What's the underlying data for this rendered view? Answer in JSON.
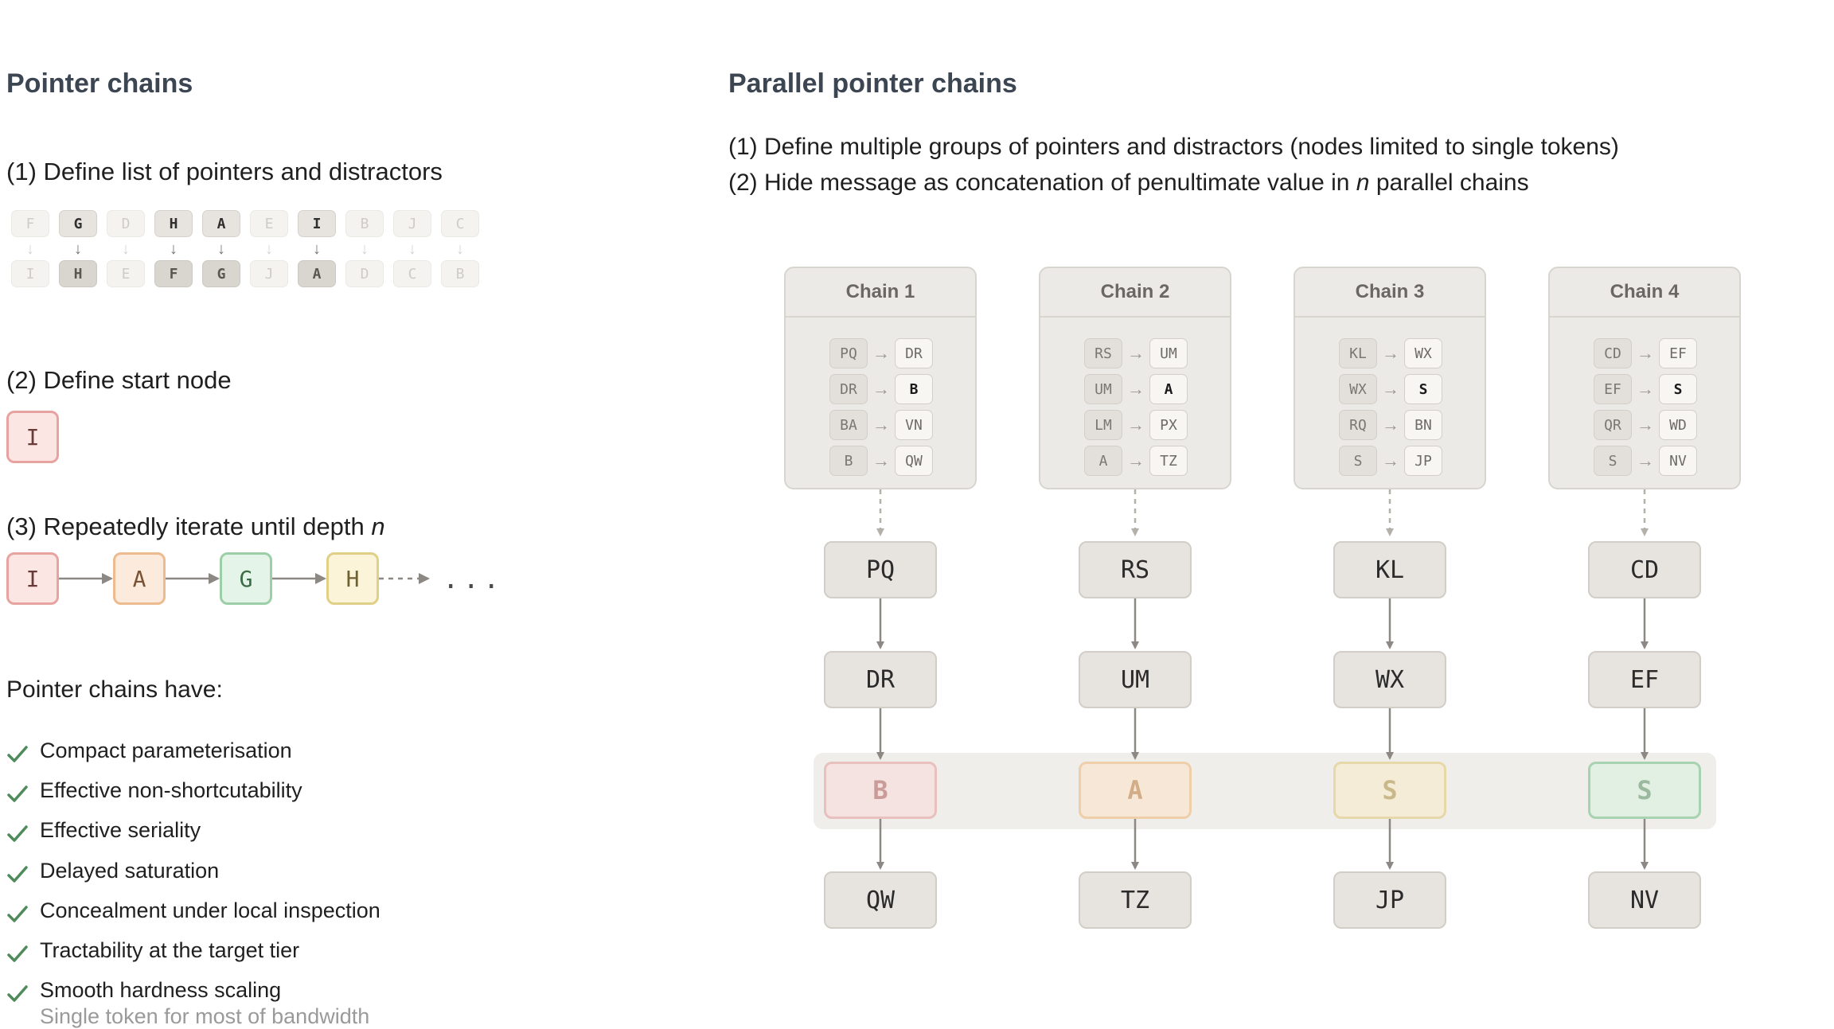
{
  "left": {
    "title": "Pointer chains",
    "step1": "(1) Define list of pointers and distractors",
    "pointers": [
      {
        "from": "F",
        "to": "I",
        "active": false
      },
      {
        "from": "G",
        "to": "H",
        "active": true
      },
      {
        "from": "D",
        "to": "E",
        "active": false
      },
      {
        "from": "H",
        "to": "F",
        "active": true
      },
      {
        "from": "A",
        "to": "G",
        "active": true
      },
      {
        "from": "E",
        "to": "J",
        "active": false
      },
      {
        "from": "I",
        "to": "A",
        "active": true
      },
      {
        "from": "B",
        "to": "D",
        "active": false
      },
      {
        "from": "J",
        "to": "C",
        "active": false
      },
      {
        "from": "C",
        "to": "B",
        "active": false
      }
    ],
    "step2": "(2) Define start node",
    "start_node": "I",
    "step3_prefix": "(3) Repeatedly iterate until depth ",
    "step3_var": "n",
    "chain": [
      {
        "label": "I",
        "color": "red"
      },
      {
        "label": "A",
        "color": "orange"
      },
      {
        "label": "G",
        "color": "green"
      },
      {
        "label": "H",
        "color": "yellow"
      }
    ],
    "ellipsis": "...",
    "have_title": "Pointer chains have:",
    "properties": [
      "Compact parameterisation",
      "Effective non-shortcutability",
      "Effective seriality",
      "Delayed saturation",
      "Concealment under local inspection",
      "Tractability at the target tier",
      "Smooth hardness scaling"
    ],
    "cut_item": "Single token for most of bandwidth"
  },
  "right": {
    "title": "Parallel pointer chains",
    "step1": "(1) Define multiple groups of pointers and distractors (nodes limited to single tokens)",
    "step2_prefix": "(2) Hide message as concatenation of penultimate value in ",
    "step2_var": "n",
    "step2_suffix": " parallel chains",
    "chains": [
      {
        "header": "Chain 1",
        "pairs": [
          [
            "PQ",
            "DR"
          ],
          [
            "DR",
            "B"
          ],
          [
            "BA",
            "VN"
          ],
          [
            "B",
            "QW"
          ]
        ],
        "bold_to": 1,
        "nodes": [
          "PQ",
          "DR",
          "B",
          "QW"
        ],
        "hidden_color": "red"
      },
      {
        "header": "Chain 2",
        "pairs": [
          [
            "RS",
            "UM"
          ],
          [
            "UM",
            "A"
          ],
          [
            "LM",
            "PX"
          ],
          [
            "A",
            "TZ"
          ]
        ],
        "bold_to": 1,
        "nodes": [
          "RS",
          "UM",
          "A",
          "TZ"
        ],
        "hidden_color": "orange"
      },
      {
        "header": "Chain 3",
        "pairs": [
          [
            "KL",
            "WX"
          ],
          [
            "WX",
            "S"
          ],
          [
            "RQ",
            "BN"
          ],
          [
            "S",
            "JP"
          ]
        ],
        "bold_to": 1,
        "nodes": [
          "KL",
          "WX",
          "S",
          "JP"
        ],
        "hidden_color": "yellow"
      },
      {
        "header": "Chain 4",
        "pairs": [
          [
            "CD",
            "EF"
          ],
          [
            "EF",
            "S"
          ],
          [
            "QR",
            "WD"
          ],
          [
            "S",
            "NV"
          ]
        ],
        "bold_to": 1,
        "nodes": [
          "CD",
          "EF",
          "S",
          "NV"
        ],
        "hidden_color": "green"
      }
    ]
  },
  "colors": {
    "check": "#4e8a5a",
    "arrow": "#8c8883",
    "dashed_arrow": "#b3afa9"
  }
}
